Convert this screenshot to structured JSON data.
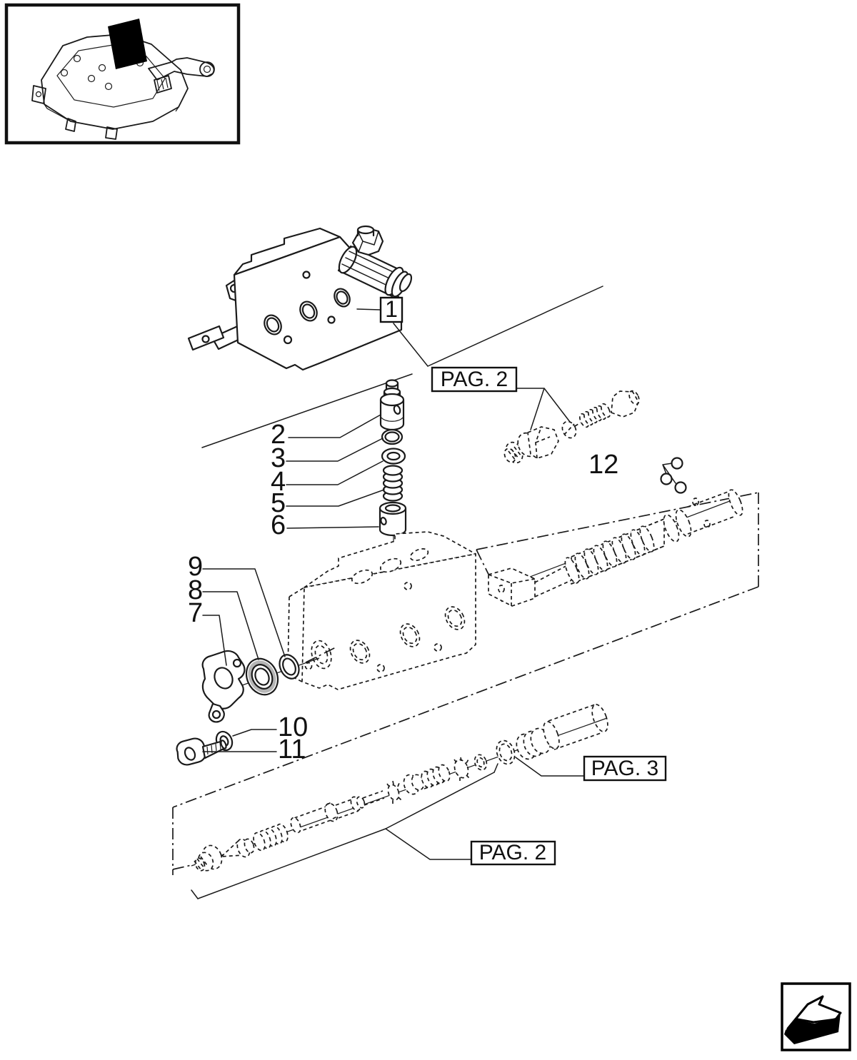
{
  "callouts": {
    "boxed_part": {
      "label": "1"
    },
    "parts": [
      {
        "label": "2"
      },
      {
        "label": "3"
      },
      {
        "label": "4"
      },
      {
        "label": "5"
      },
      {
        "label": "6"
      },
      {
        "label": "7"
      },
      {
        "label": "8"
      },
      {
        "label": "9"
      },
      {
        "label": "10"
      },
      {
        "label": "11"
      },
      {
        "label": "12"
      }
    ],
    "page_refs": [
      {
        "label": "PAG. 2"
      },
      {
        "label": "PAG. 3"
      },
      {
        "label": "PAG. 2"
      }
    ]
  },
  "icons": {
    "thumbnail": "lift-cover-thumbnail",
    "highlight": "location-highlight-marker",
    "corner": "return-page-arrow-icon"
  },
  "colors": {
    "background": "#ffffff",
    "line": "#1a1a1a",
    "highlight": "#000000"
  }
}
